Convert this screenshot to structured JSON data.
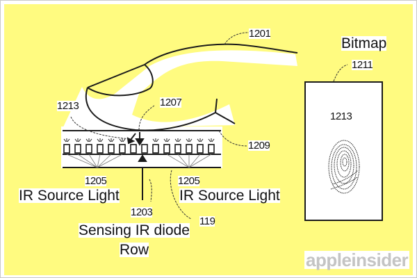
{
  "diagram": {
    "background_color": "#fffb80",
    "labels": {
      "finger": "1201",
      "bitmap_title": "Bitmap",
      "bitmap_ref": "1211",
      "print_ref_left": "1213",
      "print_ref_bitmap": "1213",
      "contact_ref": "1207",
      "cover_ref": "1209",
      "ir_source_ref_left": "1205",
      "ir_source_ref_right": "1205",
      "ir_source_text_left": "IR Source Light",
      "ir_source_text_right": "IR Source Light",
      "sensing_ref": "1203",
      "sensing_text_line1": "Sensing IR diode",
      "sensing_text_line2": "Row",
      "sensor_ref": "119"
    },
    "watermark": "appleinsider"
  }
}
